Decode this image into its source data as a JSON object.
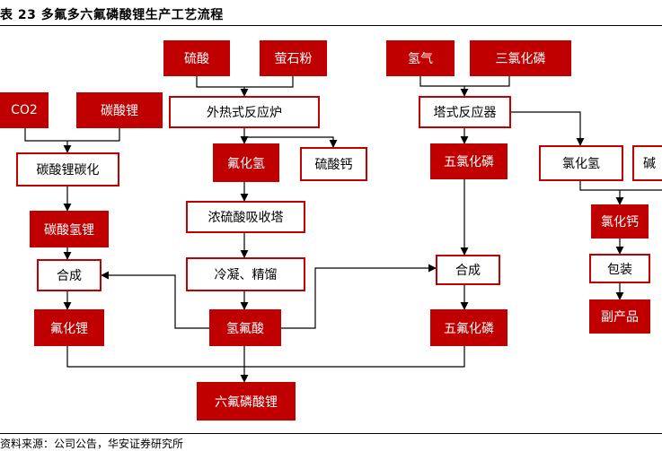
{
  "title": "表 23 多氟多六氟磷酸锂生产工艺流程",
  "source": "资料来源：公司公告，华安证券研究所",
  "colors": {
    "red_fill": "#c00000",
    "outline": "#c00000",
    "line": "#000000"
  },
  "nodes": {
    "sulfuric_acid": "硫酸",
    "fluorite_powder": "萤石粉",
    "hydrogen": "氢气",
    "phosphorus_trichloride": "三氯化磷",
    "co2": "CO2",
    "lithium_carbonate": "碳酸锂",
    "external_heat_furnace": "外热式反应炉",
    "tower_reactor": "塔式反应器",
    "lithium_carbonate_carbonation": "碳酸锂碳化",
    "hydrogen_fluoride": "氟化氢",
    "calcium_sulfate": "硫酸钙",
    "phosphorus_pentachloride": "五氯化磷",
    "hydrogen_chloride": "氯化氢",
    "alkali_partial": "碱",
    "concentrated_acid_tower": "浓硫酸吸收塔",
    "lithium_bicarbonate": "碳酸氢锂",
    "calcium_chloride": "氯化钙",
    "synthesis_left": "合成",
    "condense_refine": "冷凝、精馏",
    "synthesis_right": "合成",
    "packaging": "包装",
    "lithium_fluoride": "氟化锂",
    "hydrofluoric_acid": "氢氟酸",
    "phosphorus_pentafluoride": "五氟化磷",
    "byproduct": "副产品",
    "lipf6": "六氟磷酸锂"
  }
}
